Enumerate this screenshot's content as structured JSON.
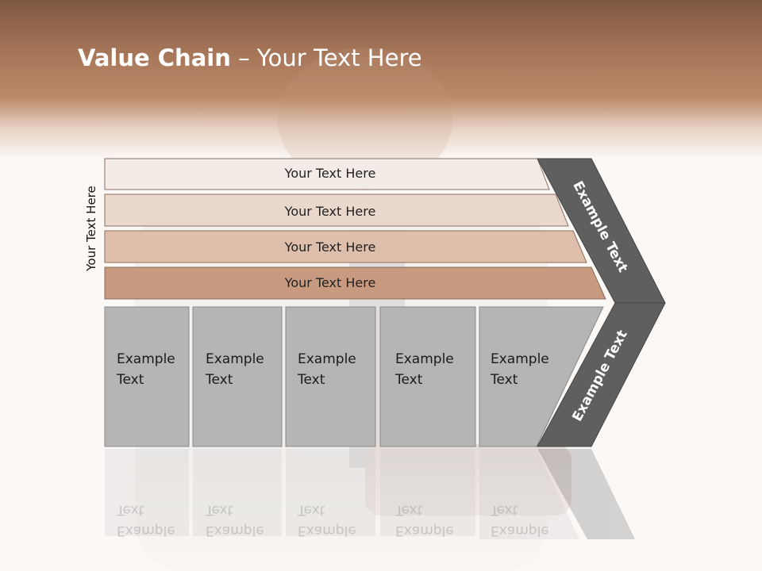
{
  "title": {
    "bold": "Value Chain",
    "rest": " – Your Text Here"
  },
  "side_label": "Your Text Here",
  "bars": [
    {
      "label": "Your Text Here",
      "color": "#f3ebe6"
    },
    {
      "label": "Your Text Here",
      "color": "#ead8cc"
    },
    {
      "label": "Your Text Here",
      "color": "#ddbfab"
    },
    {
      "label": "Your Text Here",
      "color": "#c89a80"
    }
  ],
  "columns": [
    {
      "line1": "Example",
      "line2": "Text"
    },
    {
      "line1": "Example",
      "line2": "Text"
    },
    {
      "line1": "Example",
      "line2": "Text"
    },
    {
      "line1": "Example",
      "line2": "Text"
    },
    {
      "line1": "Example",
      "line2": "Text"
    }
  ],
  "chevron_upper": "Example Text",
  "chevron_lower": "Example Text",
  "colors": {
    "header": "#b4825f",
    "column": "#b5b5b5",
    "chevron": "#5f5f5f"
  }
}
